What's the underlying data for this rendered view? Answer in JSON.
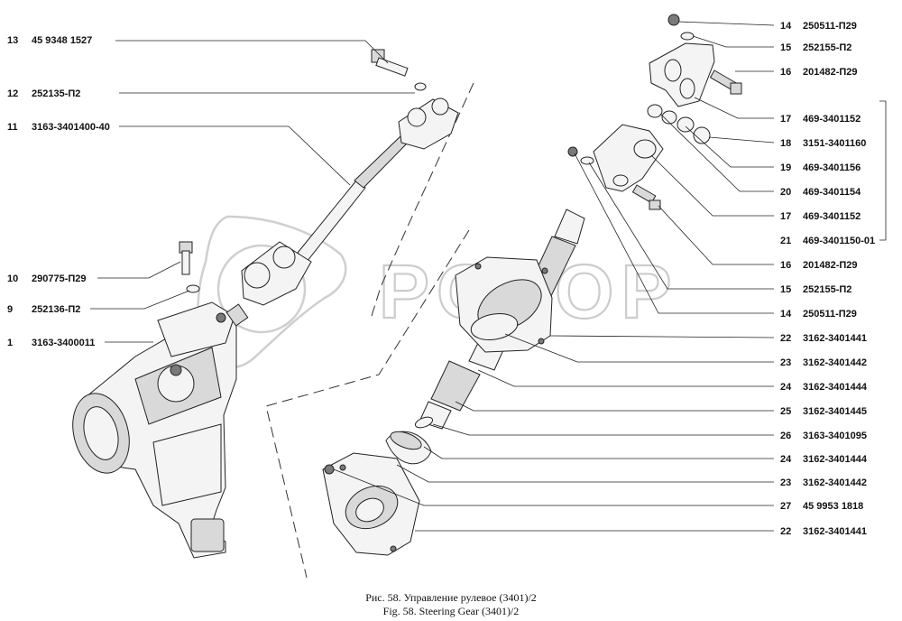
{
  "watermark": {
    "text": "POTOP"
  },
  "caption": {
    "ru": "Рис. 58. Управление рулевое (3401)/2",
    "en": "Fig. 58. Steering Gear (3401)/2"
  },
  "callouts_left": [
    {
      "num": "13",
      "part": "45 9348 1527"
    },
    {
      "num": "12",
      "part": "252135-П2"
    },
    {
      "num": "11",
      "part": "3163-3401400-40"
    },
    {
      "num": "10",
      "part": "290775-П29"
    },
    {
      "num": "9",
      "part": "252136-П2"
    },
    {
      "num": "1",
      "part": "3163-3400011"
    }
  ],
  "callouts_right": [
    {
      "num": "14",
      "part": "250511-П29"
    },
    {
      "num": "15",
      "part": "252155-П2"
    },
    {
      "num": "16",
      "part": "201482-П29"
    },
    {
      "num": "17",
      "part": "469-3401152"
    },
    {
      "num": "18",
      "part": "3151-3401160"
    },
    {
      "num": "19",
      "part": "469-3401156"
    },
    {
      "num": "20",
      "part": "469-3401154"
    },
    {
      "num": "17",
      "part": "469-3401152"
    },
    {
      "num": "21",
      "part": "469-3401150-01"
    },
    {
      "num": "16",
      "part": "201482-П29"
    },
    {
      "num": "15",
      "part": "252155-П2"
    },
    {
      "num": "14",
      "part": "250511-П29"
    },
    {
      "num": "22",
      "part": "3162-3401441"
    },
    {
      "num": "23",
      "part": "3162-3401442"
    },
    {
      "num": "24",
      "part": "3162-3401444"
    },
    {
      "num": "25",
      "part": "3162-3401445"
    },
    {
      "num": "26",
      "part": "3163-3401095"
    },
    {
      "num": "24",
      "part": "3162-3401444"
    },
    {
      "num": "23",
      "part": "3162-3401442"
    },
    {
      "num": "27",
      "part": "45 9953 1818"
    },
    {
      "num": "22",
      "part": "3162-3401441"
    }
  ]
}
